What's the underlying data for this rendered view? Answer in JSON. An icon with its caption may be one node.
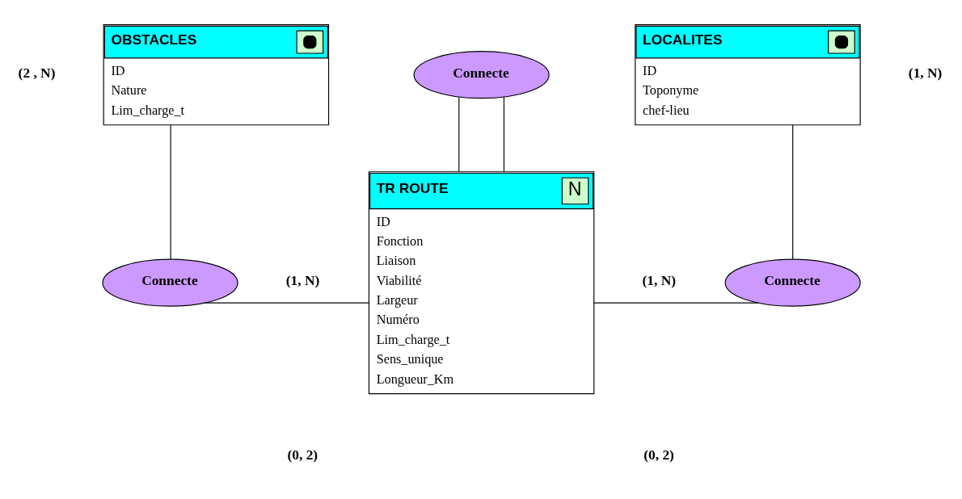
{
  "diagram": {
    "nodes": [
      {
        "text": [
          "OBSTACLES",
          "ID",
          "Nature",
          "Lim_charge_t"
        ]
      },
      {
        "text": [
          "Connecte"
        ]
      },
      {
        "text": [
          "LOCALITES",
          "ID",
          "Toponyme",
          "chef-lieu"
        ]
      },
      {
        "text": [
          "TR ROUTE",
          "N",
          "ID",
          "Fonction",
          "Liaison",
          "Viabilité",
          "Largeur",
          "Numéro",
          "Lim_charge_t",
          "Sens_unique",
          "Longueur_Km"
        ]
      },
      {
        "text": [
          "Connecte"
        ]
      },
      {
        "text": [
          "Connecte"
        ]
      }
    ],
    "edges": [
      {
        "from": 0,
        "to": 4,
        "arrow": "none"
      },
      {
        "from": 4,
        "to": 3,
        "arrow": "none"
      },
      {
        "from": 1,
        "to": 3,
        "arrow": "none"
      },
      {
        "from": 1,
        "to": 3,
        "arrow": "none"
      },
      {
        "from": 2,
        "to": 5,
        "arrow": "none"
      },
      {
        "from": 5,
        "to": 3,
        "arrow": "none"
      }
    ],
    "labels": [
      "(2 , N)",
      "(1, N)",
      "(1, N)",
      "(1, N)",
      "(0, 2)",
      "(0, 2)"
    ]
  }
}
